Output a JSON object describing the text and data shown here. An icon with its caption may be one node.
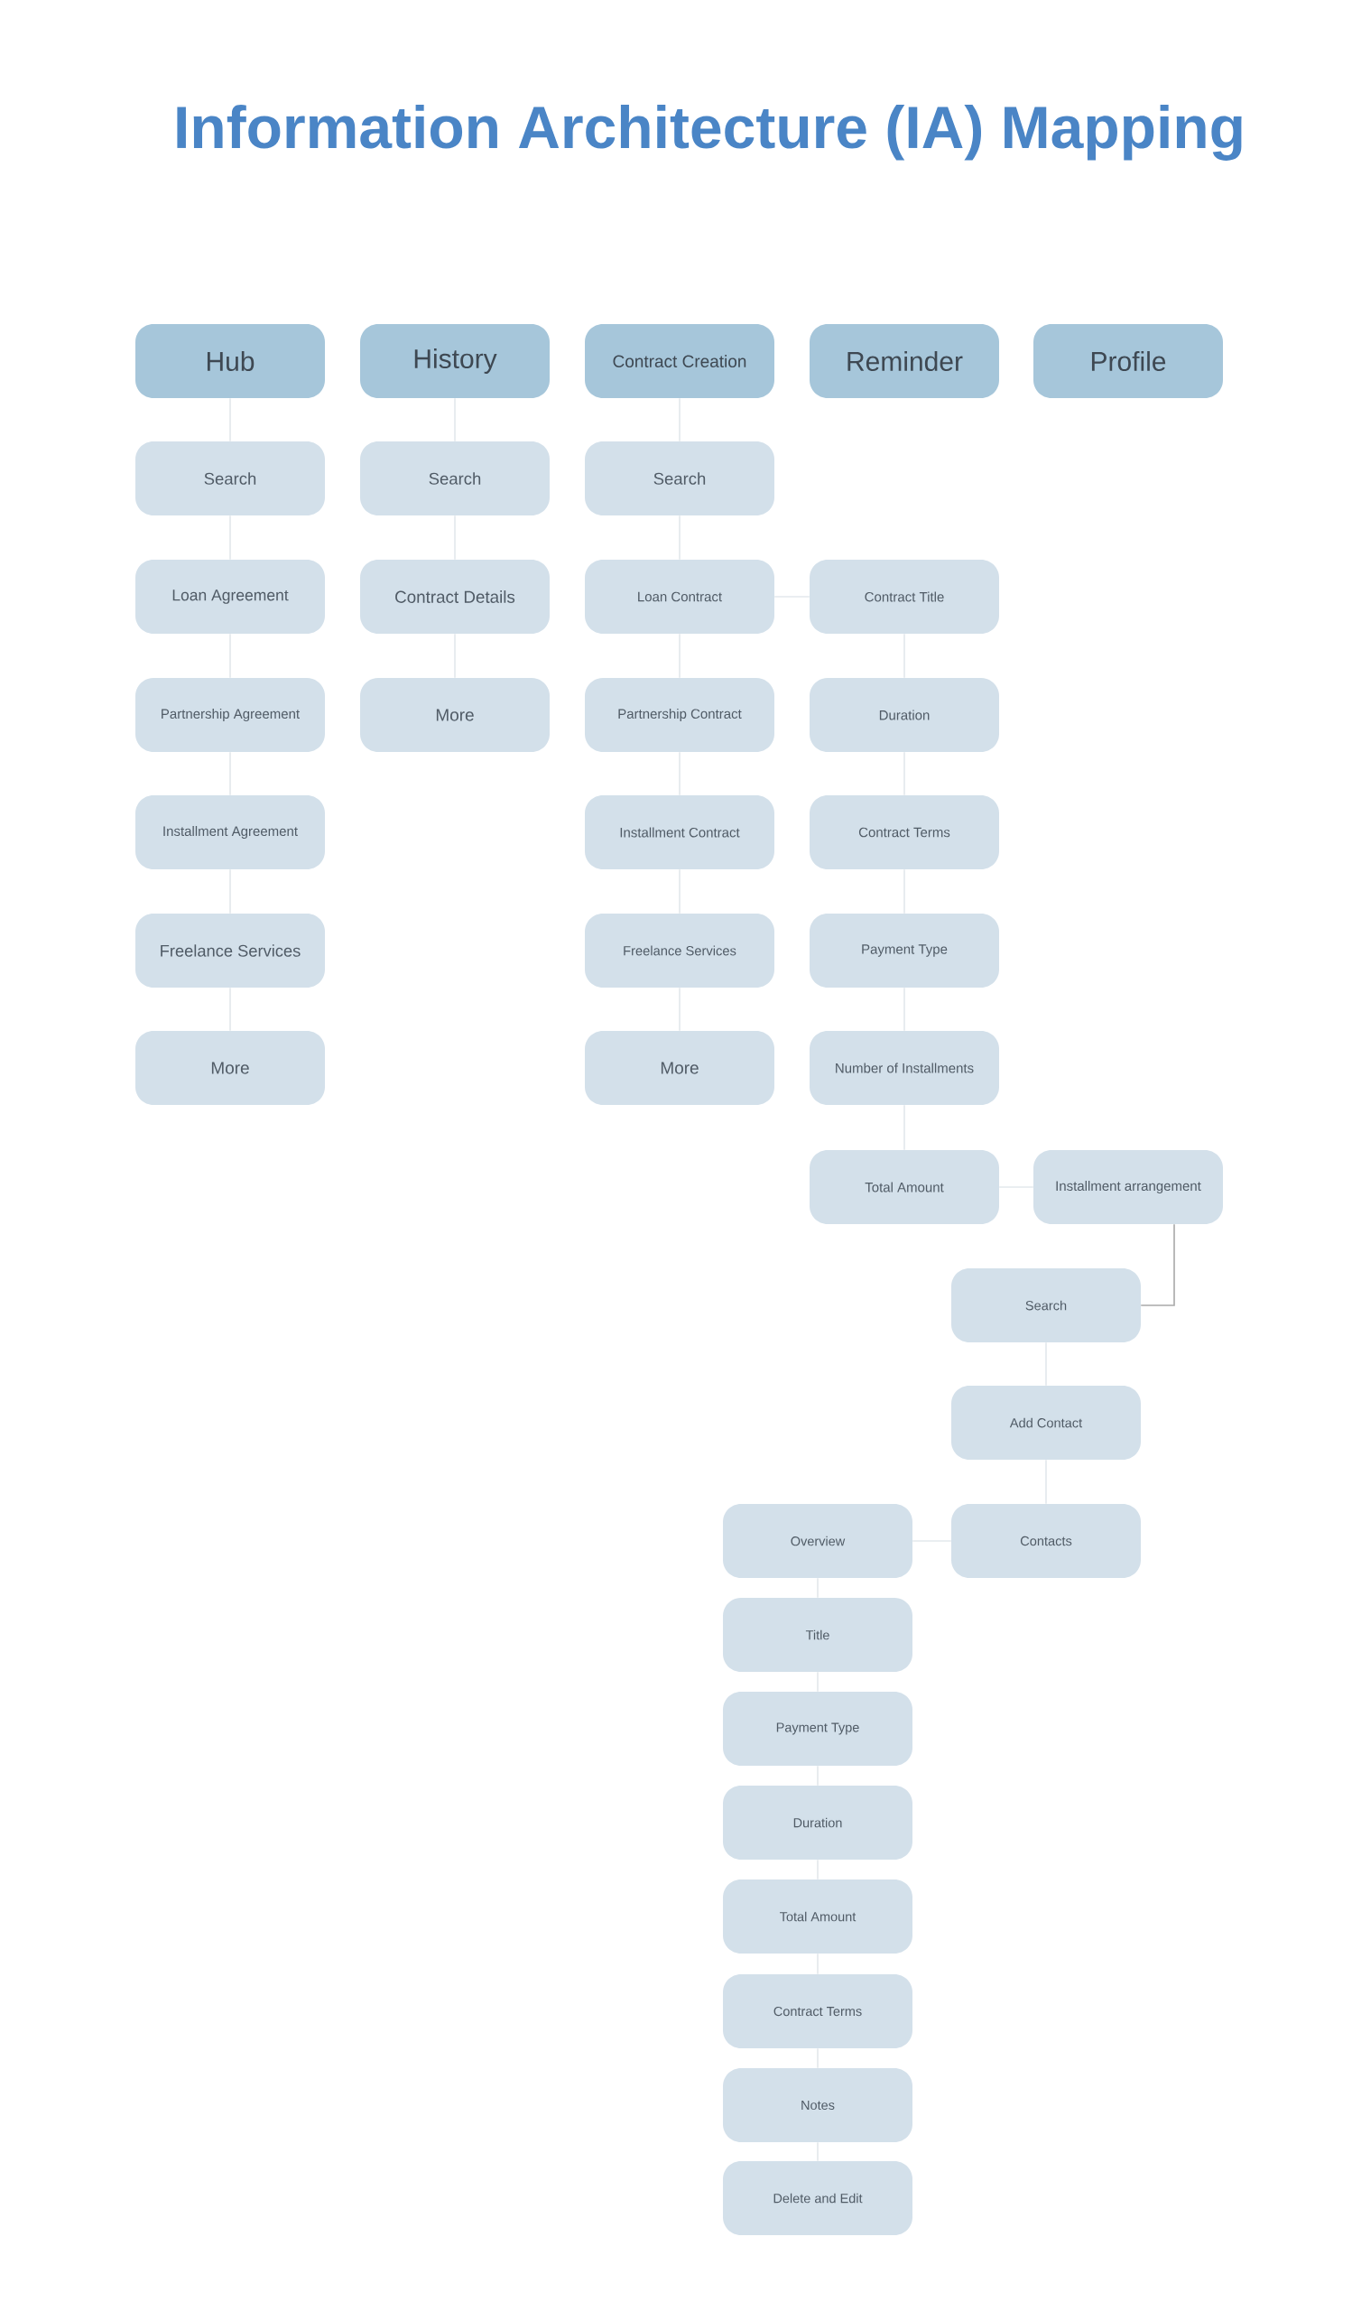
{
  "diagram": {
    "title": "Information Architecture (IA) Mapping",
    "nodes": [
      {
        "text": [
          "Hub"
        ]
      },
      {
        "text": [
          "History"
        ]
      },
      {
        "text": [
          "Contract Creation"
        ]
      },
      {
        "text": [
          "Reminder"
        ]
      },
      {
        "text": [
          "Profile"
        ]
      },
      {
        "text": [
          "Search"
        ]
      },
      {
        "text": [
          "Loan Agreement"
        ]
      },
      {
        "text": [
          "Partnership Agreement"
        ]
      },
      {
        "text": [
          "Installment Agreement"
        ]
      },
      {
        "text": [
          "Freelance Services"
        ]
      },
      {
        "text": [
          "More"
        ]
      },
      {
        "text": [
          "Search"
        ]
      },
      {
        "text": [
          "Contract Details"
        ]
      },
      {
        "text": [
          "More"
        ]
      },
      {
        "text": [
          "Search"
        ]
      },
      {
        "text": [
          "Loan Contract"
        ]
      },
      {
        "text": [
          "Partnership Contract"
        ]
      },
      {
        "text": [
          "Installment Contract"
        ]
      },
      {
        "text": [
          "Freelance Services"
        ]
      },
      {
        "text": [
          "More"
        ]
      },
      {
        "text": [
          "Contract Title"
        ]
      },
      {
        "text": [
          "Duration"
        ]
      },
      {
        "text": [
          "Contract Terms"
        ]
      },
      {
        "text": [
          "Payment Type"
        ]
      },
      {
        "text": [
          "Number of Installments"
        ]
      },
      {
        "text": [
          "Total Amount"
        ]
      },
      {
        "text": [
          "Installment arrangement"
        ]
      },
      {
        "text": [
          "Search"
        ]
      },
      {
        "text": [
          "Add Contact"
        ]
      },
      {
        "text": [
          "Contacts"
        ]
      },
      {
        "text": [
          "Overview"
        ]
      },
      {
        "text": [
          "Title"
        ]
      },
      {
        "text": [
          "Payment Type"
        ]
      },
      {
        "text": [
          "Duration"
        ]
      },
      {
        "text": [
          "Total Amount"
        ]
      },
      {
        "text": [
          "Contract Terms"
        ]
      },
      {
        "text": [
          "Notes"
        ]
      },
      {
        "text": [
          "Delete and Edit"
        ]
      }
    ],
    "edges": [
      {
        "from": 0,
        "to": 5,
        "arrow": "none"
      },
      {
        "from": 5,
        "to": 6,
        "arrow": "none"
      },
      {
        "from": 6,
        "to": 7,
        "arrow": "none"
      },
      {
        "from": 7,
        "to": 8,
        "arrow": "none"
      },
      {
        "from": 8,
        "to": 9,
        "arrow": "none"
      },
      {
        "from": 9,
        "to": 10,
        "arrow": "none"
      },
      {
        "from": 1,
        "to": 11,
        "arrow": "none"
      },
      {
        "from": 11,
        "to": 12,
        "arrow": "none"
      },
      {
        "from": 12,
        "to": 13,
        "arrow": "none"
      },
      {
        "from": 2,
        "to": 14,
        "arrow": "none"
      },
      {
        "from": 14,
        "to": 15,
        "arrow": "none"
      },
      {
        "from": 15,
        "to": 16,
        "arrow": "none"
      },
      {
        "from": 16,
        "to": 17,
        "arrow": "none"
      },
      {
        "from": 17,
        "to": 18,
        "arrow": "none"
      },
      {
        "from": 18,
        "to": 19,
        "arrow": "none"
      },
      {
        "from": 15,
        "to": 20,
        "arrow": "none"
      },
      {
        "from": 20,
        "to": 21,
        "arrow": "none"
      },
      {
        "from": 21,
        "to": 22,
        "arrow": "none"
      },
      {
        "from": 22,
        "to": 23,
        "arrow": "none"
      },
      {
        "from": 23,
        "to": 24,
        "arrow": "none"
      },
      {
        "from": 24,
        "to": 25,
        "arrow": "none"
      },
      {
        "from": 25,
        "to": 26,
        "arrow": "none"
      },
      {
        "from": 26,
        "to": 27,
        "arrow": "none",
        "color": "#a9a9a9"
      },
      {
        "from": 27,
        "to": 28,
        "arrow": "none"
      },
      {
        "from": 28,
        "to": 29,
        "arrow": "none"
      },
      {
        "from": 29,
        "to": 30,
        "arrow": "none"
      },
      {
        "from": 30,
        "to": 31,
        "arrow": "none"
      },
      {
        "from": 31,
        "to": 32,
        "arrow": "none"
      },
      {
        "from": 32,
        "to": 33,
        "arrow": "none"
      },
      {
        "from": 33,
        "to": 34,
        "arrow": "none"
      },
      {
        "from": 34,
        "to": 35,
        "arrow": "none"
      },
      {
        "from": 35,
        "to": 36,
        "arrow": "none"
      },
      {
        "from": 36,
        "to": 37,
        "arrow": "none"
      }
    ]
  }
}
